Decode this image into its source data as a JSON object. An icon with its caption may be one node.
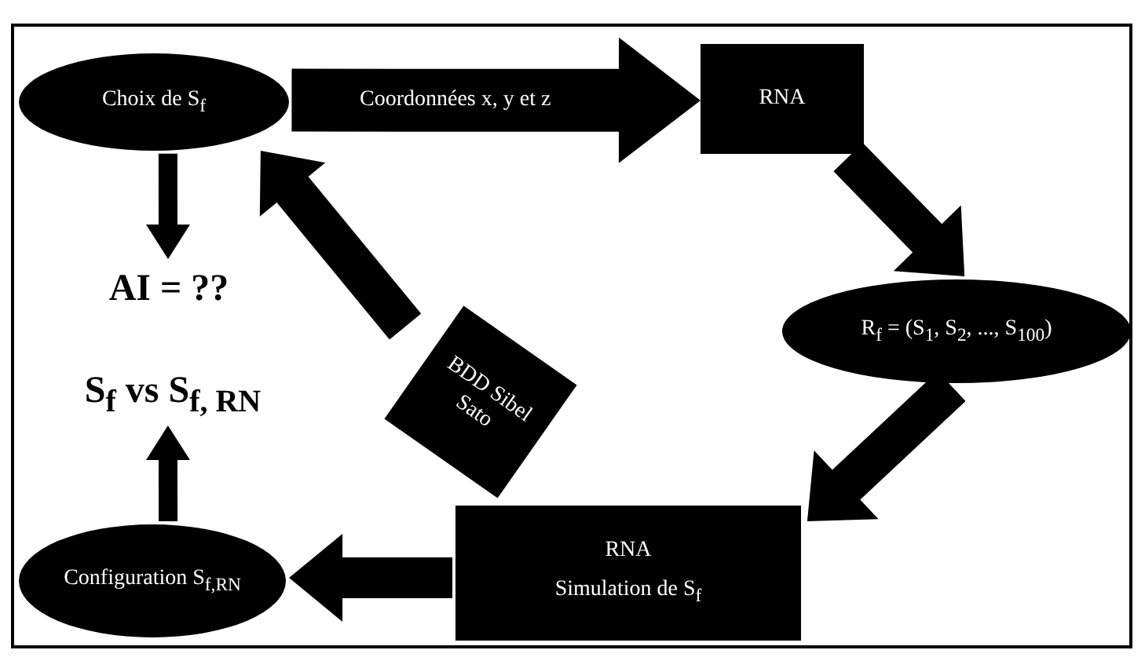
{
  "diagram": {
    "nodes": [
      {
        "text": [
          "Choix de S$_{f}$"
        ]
      },
      {
        "text": [
          "RNA"
        ]
      },
      {
        "text": [
          "R$_{f}$ = (S$_{1}$, S$_{2}$, ..., S$_{100}$)"
        ]
      },
      {
        "text": [
          "RNA",
          "Simulation de S$_{f}$"
        ]
      },
      {
        "text": [
          "Configuration S$_{f,RN}$"
        ]
      },
      {
        "text": [
          "S$_{f}$ vs S$_{f, RN}$"
        ]
      },
      {
        "text": [
          "AI = ??"
        ]
      },
      {
        "text": [
          "BDD Sibel Sato"
        ]
      }
    ],
    "edges": [
      {
        "from": 0,
        "to": 1,
        "arrow": "to",
        "label": "Coordonnées x, y et z"
      },
      {
        "from": 1,
        "to": 2,
        "arrow": "to"
      },
      {
        "from": 2,
        "to": 3,
        "arrow": "to"
      },
      {
        "from": 3,
        "to": 4,
        "arrow": "to"
      },
      {
        "from": 4,
        "to": 5,
        "arrow": "to"
      },
      {
        "from": 0,
        "to": 6,
        "arrow": "to"
      },
      {
        "from": 7,
        "to": 0,
        "arrow": "to"
      }
    ]
  }
}
